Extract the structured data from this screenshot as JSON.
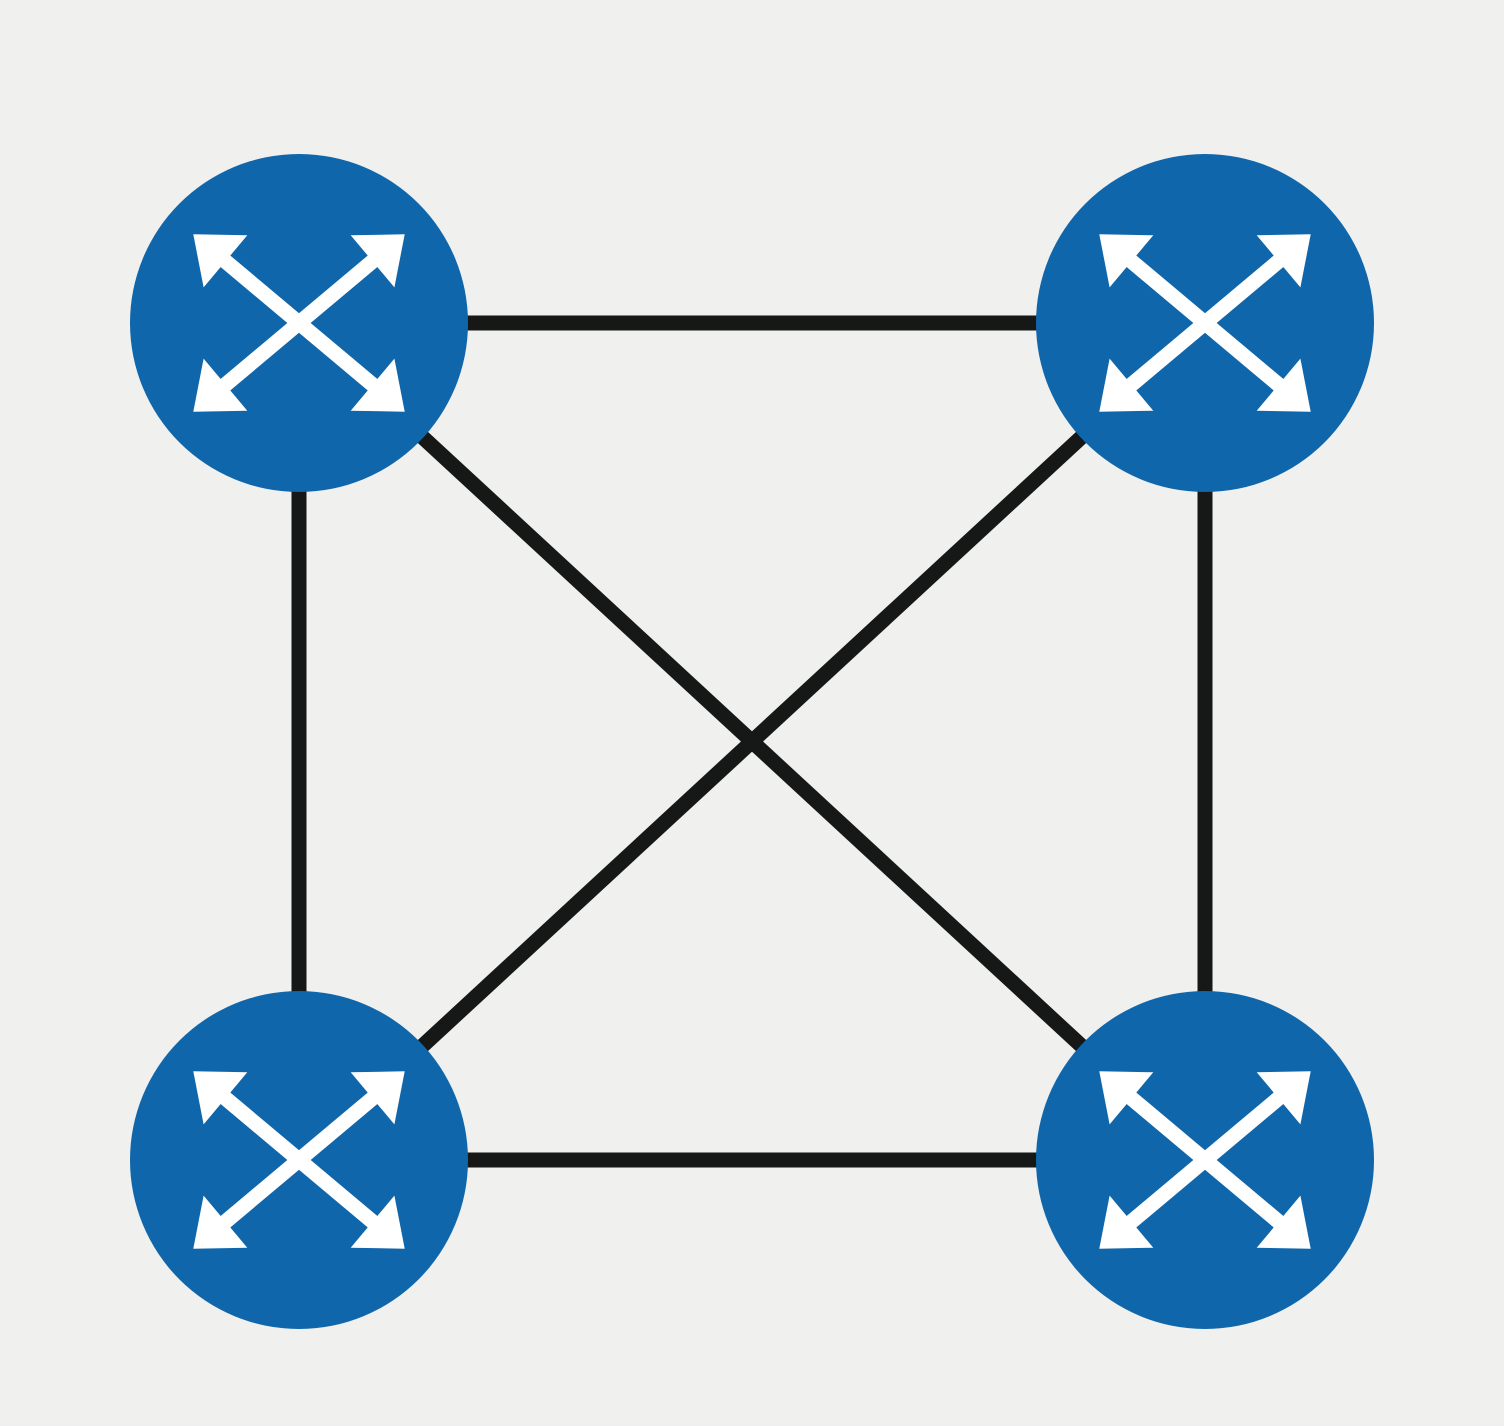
{
  "diagram": {
    "type": "full-mesh network topology",
    "colors": {
      "background": "#f0f0ef",
      "node_fill": "#1066ab",
      "icon": "#ffffff",
      "link": "#151816"
    },
    "nodes": [
      {
        "id": "router-top-left",
        "icon": "router-icon"
      },
      {
        "id": "router-top-right",
        "icon": "router-icon"
      },
      {
        "id": "router-bottom-left",
        "icon": "router-icon"
      },
      {
        "id": "router-bottom-right",
        "icon": "router-icon"
      }
    ],
    "links": [
      {
        "from": "router-top-left",
        "to": "router-top-right"
      },
      {
        "from": "router-top-left",
        "to": "router-bottom-left"
      },
      {
        "from": "router-top-right",
        "to": "router-bottom-right"
      },
      {
        "from": "router-bottom-left",
        "to": "router-bottom-right"
      },
      {
        "from": "router-top-left",
        "to": "router-bottom-right"
      },
      {
        "from": "router-top-right",
        "to": "router-bottom-left"
      }
    ]
  }
}
